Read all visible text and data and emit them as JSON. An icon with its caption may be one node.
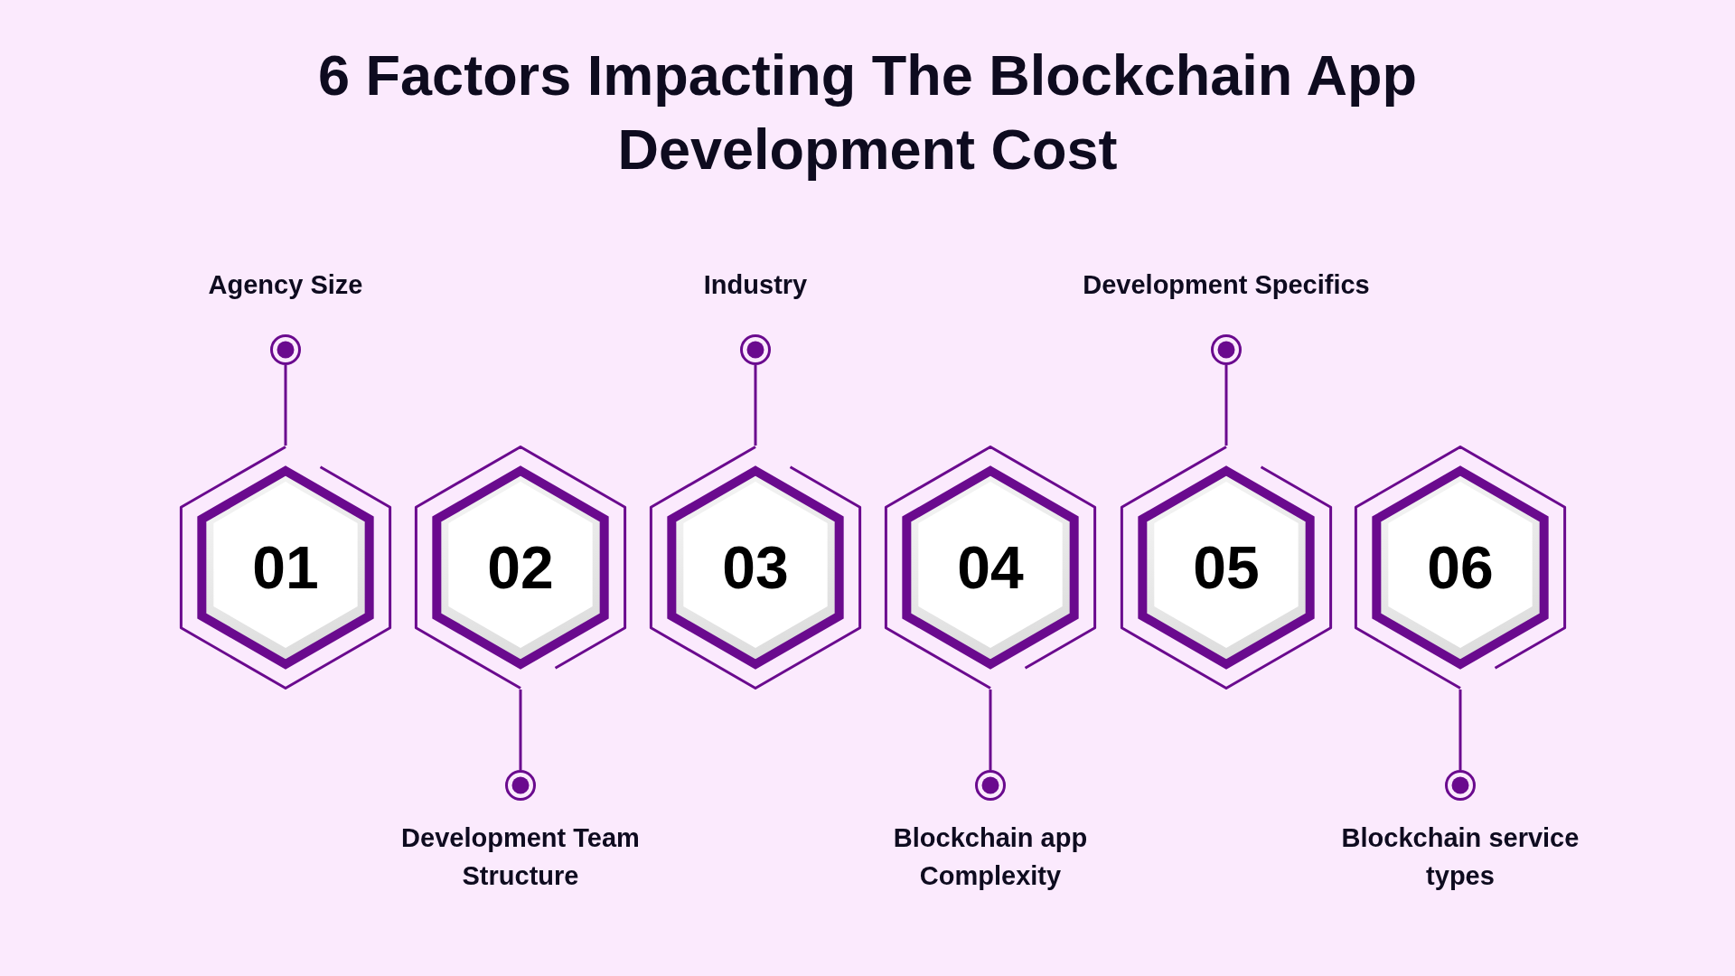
{
  "diagram": {
    "title": "6 Factors Impacting The Blockchain App Development Cost",
    "nodes": [
      {
        "text": [
          "01"
        ]
      },
      {
        "text": [],
        "shape": "circle",
        "beside": [
          "Agency Size"
        ]
      },
      {
        "text": [
          "02"
        ]
      },
      {
        "text": [],
        "shape": "circle",
        "beside": [
          "Development Team Structure"
        ]
      },
      {
        "text": [
          "03"
        ]
      },
      {
        "text": [],
        "shape": "circle",
        "beside": [
          "Industry"
        ]
      },
      {
        "text": [
          "04"
        ]
      },
      {
        "text": [],
        "shape": "circle",
        "beside": [
          "Blockchain app Complexity"
        ]
      },
      {
        "text": [
          "05"
        ]
      },
      {
        "text": [],
        "shape": "circle",
        "beside": [
          "Development Specifics"
        ]
      },
      {
        "text": [
          "06"
        ]
      },
      {
        "text": [],
        "shape": "circle",
        "beside": [
          "Blockchain service types"
        ]
      }
    ],
    "edges": [
      {
        "from": 0,
        "to": 1,
        "arrow": "none"
      },
      {
        "from": 2,
        "to": 3,
        "arrow": "none"
      },
      {
        "from": 4,
        "to": 5,
        "arrow": "none"
      },
      {
        "from": 6,
        "to": 7,
        "arrow": "none"
      },
      {
        "from": 8,
        "to": 9,
        "arrow": "none"
      },
      {
        "from": 10,
        "to": 11,
        "arrow": "none"
      }
    ]
  }
}
